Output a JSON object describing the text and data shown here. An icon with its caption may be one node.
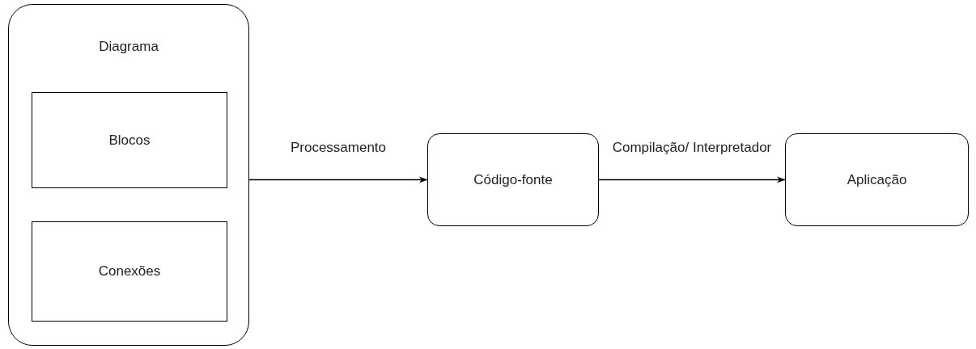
{
  "diagram": {
    "nodes": [
      {
        "text": [
          "Diagrama"
        ]
      },
      {
        "text": [
          "Blocos"
        ],
        "in": 0
      },
      {
        "text": [
          "Conexões"
        ],
        "in": 0
      },
      {
        "text": [
          "Código-fonte"
        ]
      },
      {
        "text": [
          "Aplicação"
        ]
      }
    ],
    "edges": [
      {
        "from": 0,
        "to": 3,
        "arrow": "to",
        "label": "Processamento"
      },
      {
        "from": 3,
        "to": 4,
        "arrow": "to",
        "label": "Compilação/ Interpretador"
      }
    ]
  }
}
